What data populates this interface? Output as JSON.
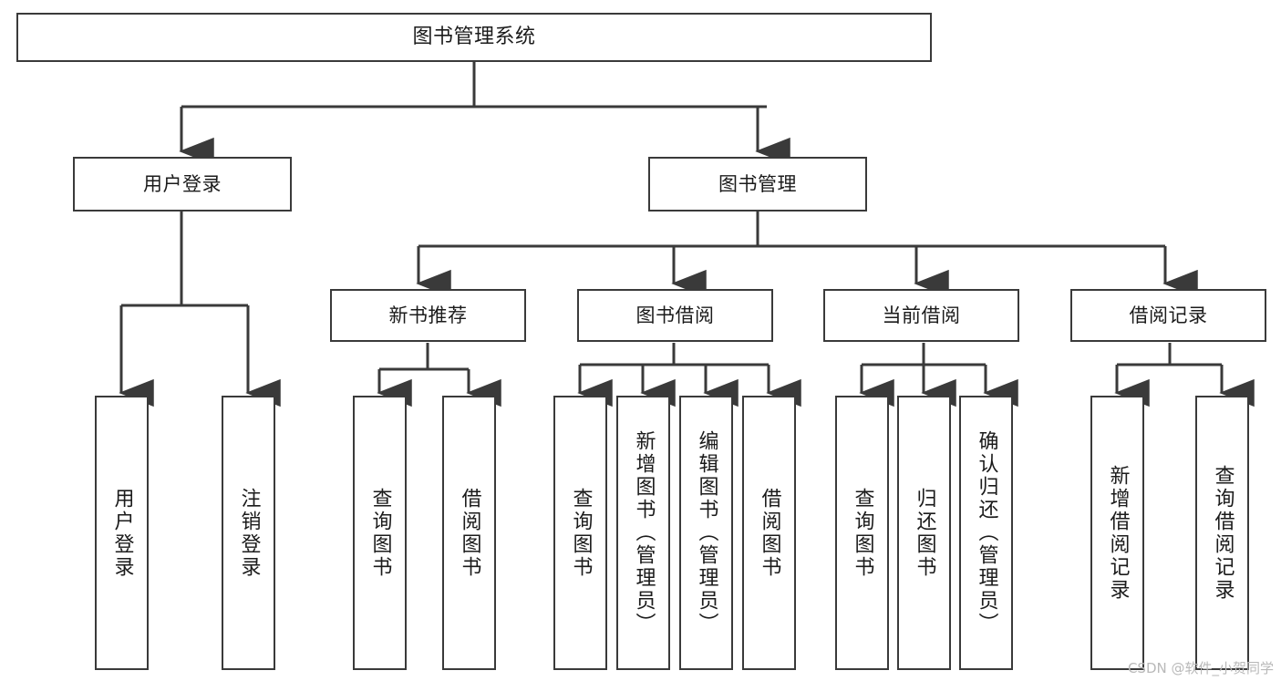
{
  "diagram": {
    "type": "tree",
    "title": "图书管理系统",
    "watermark": "CSDN @软件_小贺同学",
    "colors": {
      "box_border": "#3a3a3a",
      "box_fill": "#ffffff",
      "connector": "#3a3a3a",
      "text": "#1b1b1b",
      "watermark": "#b9b9b9",
      "background": "#ffffff"
    },
    "root": {
      "label": "图书管理系统"
    },
    "level2": [
      {
        "label": "用户登录"
      },
      {
        "label": "图书管理"
      }
    ],
    "level3": [
      {
        "label": "新书推荐"
      },
      {
        "label": "图书借阅"
      },
      {
        "label": "当前借阅"
      },
      {
        "label": "借阅记录"
      }
    ],
    "leaves": {
      "user_login": [
        {
          "label": "用户登录"
        },
        {
          "label": "注销登录"
        }
      ],
      "new_book_recommend": [
        {
          "label": "查询图书"
        },
        {
          "label": "借阅图书"
        }
      ],
      "book_borrow": [
        {
          "label": "查询图书"
        },
        {
          "label": "新增图书（管理员）"
        },
        {
          "label": "编辑图书（管理员）"
        },
        {
          "label": "借阅图书"
        }
      ],
      "current_borrow": [
        {
          "label": "查询图书"
        },
        {
          "label": "归还图书"
        },
        {
          "label": "确认归还（管理员）"
        }
      ],
      "borrow_record": [
        {
          "label": "新增借阅记录"
        },
        {
          "label": "查询借阅记录"
        }
      ]
    }
  }
}
